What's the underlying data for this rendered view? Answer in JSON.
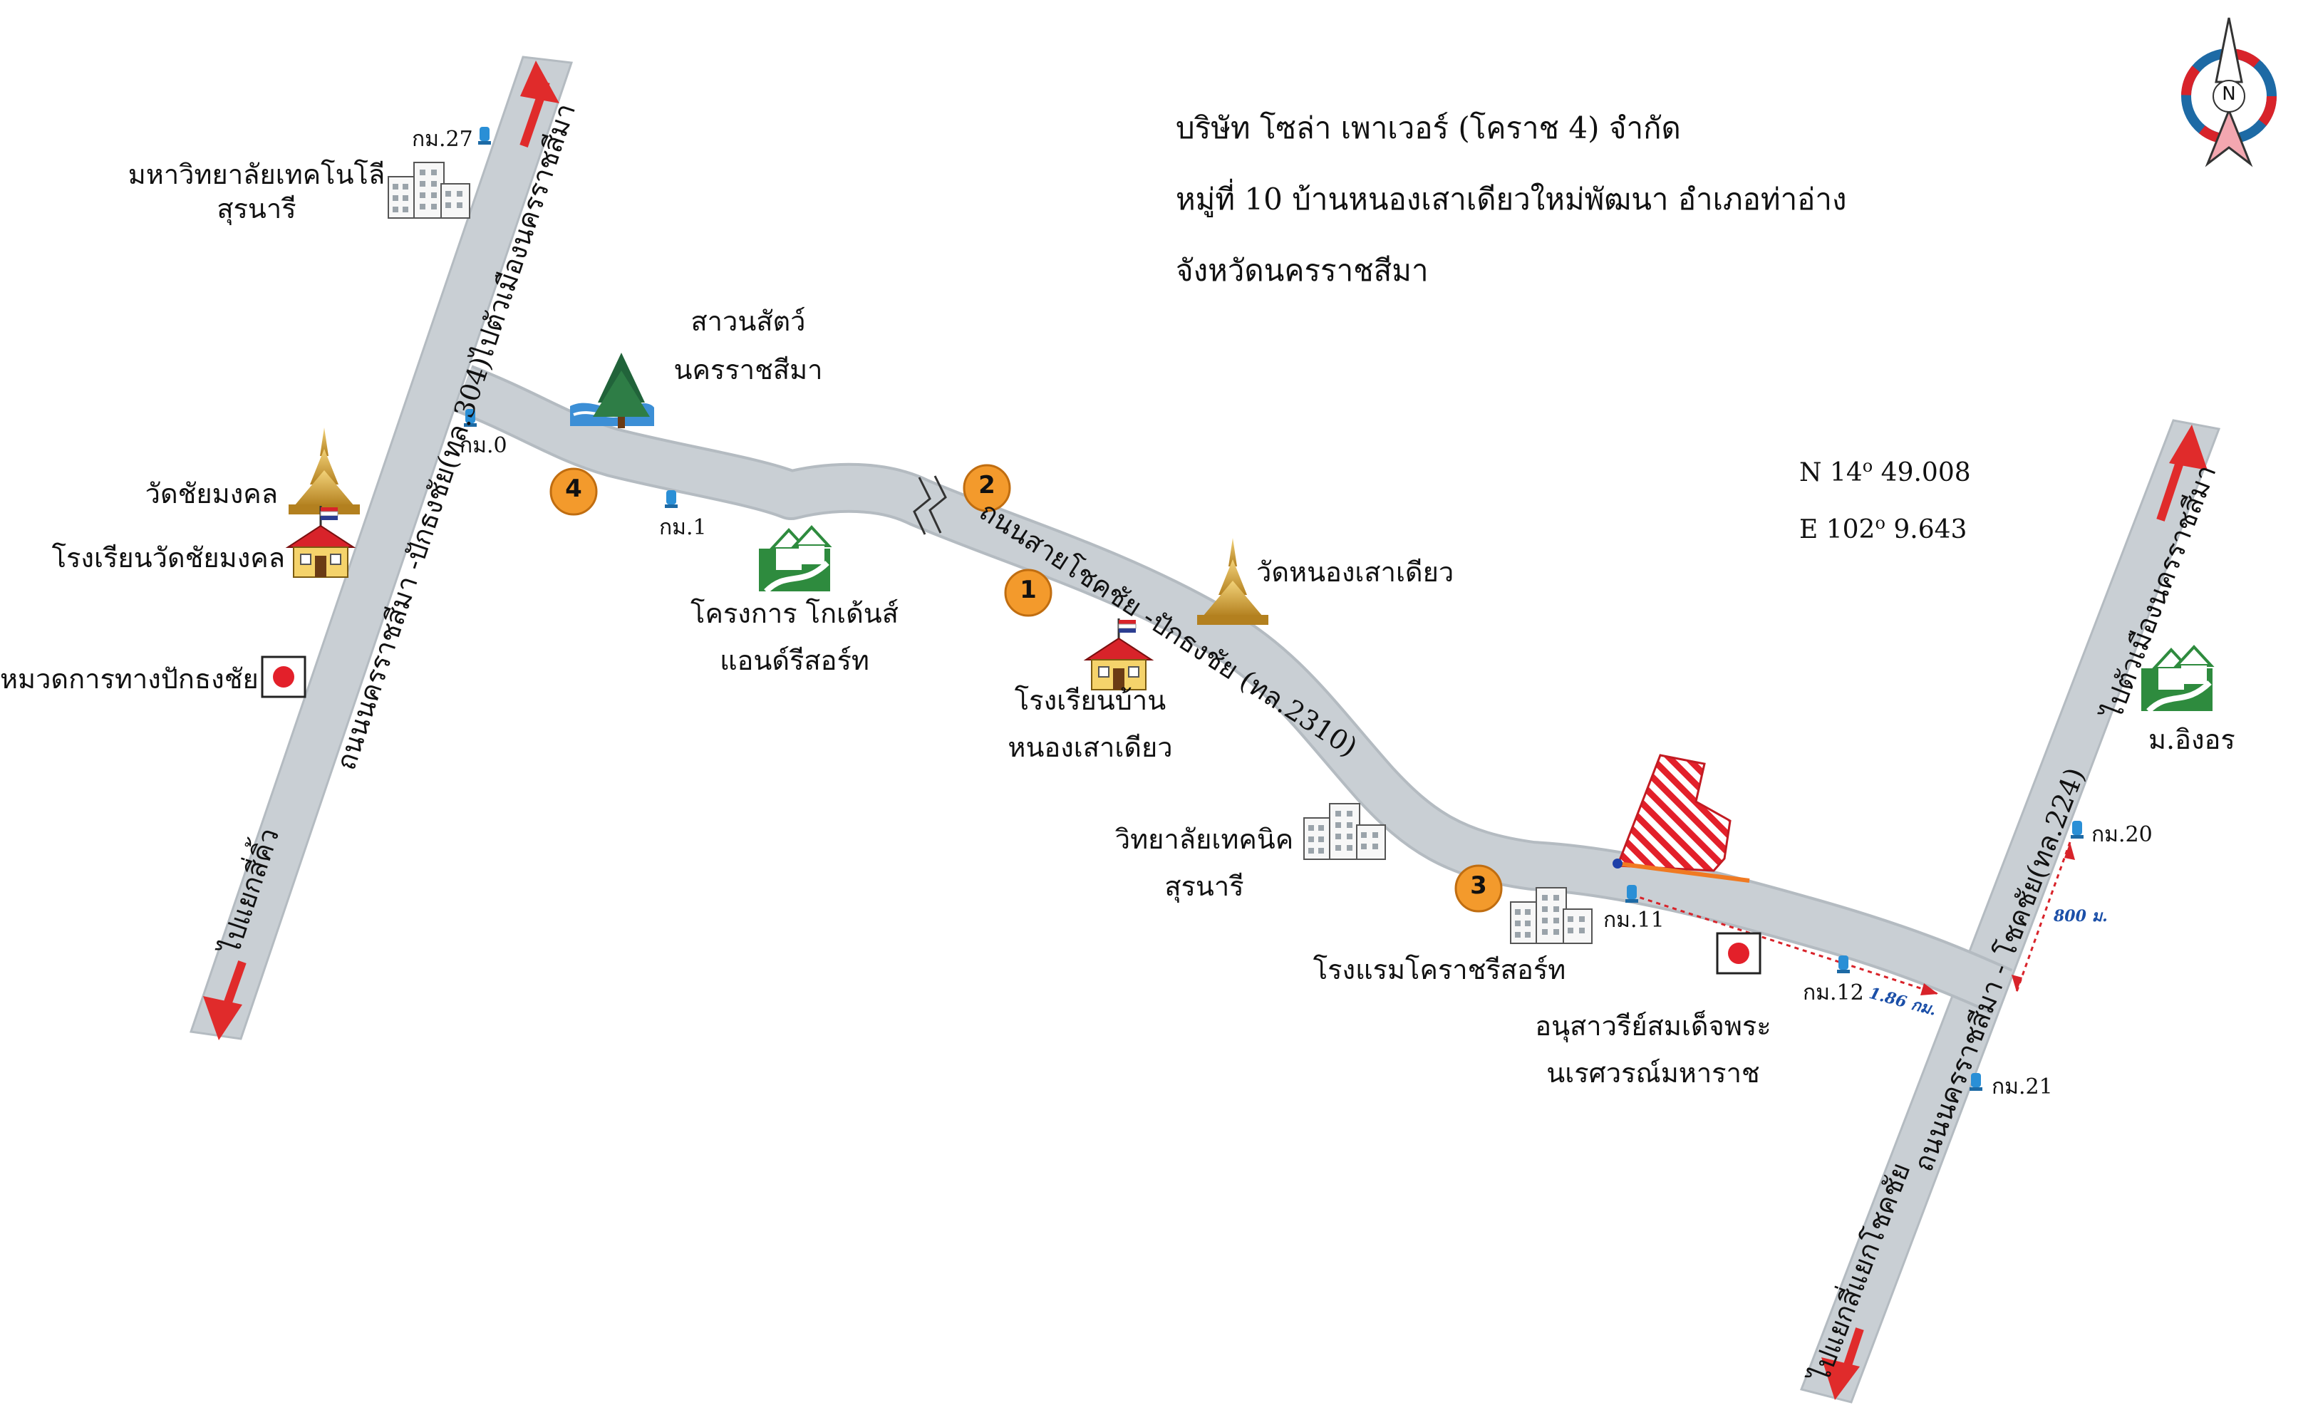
{
  "company": {
    "line1": "บริษัท โซล่า เพาเวอร์ (โคราช 4) จำกัด",
    "line2": "หมู่ที่ 10 บ้านหนองเสาเดียวใหม่พัฒนา อำเภอท่าอ่าง",
    "line3": "จังหวัดนครราชสีมา"
  },
  "coordinates": {
    "n_prefix": "N 14",
    "n_sup": "o",
    "n_value": "49.008",
    "e_prefix": "E 102",
    "e_sup": "o",
    "e_value": "9.643"
  },
  "compass": {
    "letter": "N"
  },
  "roads": {
    "west": "ถนนนครราชสีมา -ปักธงชัย(ทล.304)",
    "west_north": "ไปตัวเมืองนครราชสีมา",
    "west_south": "ไปแยกสี่คิ้ว",
    "main": "ถนนสายโชคชัย -ปักธงชัย (ทล.2310)",
    "east": "ถนนนครราชสีมา - โชคชัย(ทล.224)",
    "east_north": "ไปตัวเมืองนครราชสีมา",
    "east_south": "ไปแยกสี่แยกโชคชัย"
  },
  "places": {
    "university": [
      "มหาวิทยาลัยเทคโนโลี",
      "สุรนารี"
    ],
    "zoo": [
      "สาวนสัตว์",
      "นครราชสีมา"
    ],
    "wat_chaimongkol": "วัดชัยมงคล",
    "school_chaimongkol": "โรงเรียนวัดชัยมงคล",
    "highway_office": "หมวดการทางปักธงชัย",
    "golden_sand": [
      "โครงการ โกเด้นส์",
      "แอนด์รีสอร์ท"
    ],
    "wat_nong_sao_diao": "วัดหนองเสาเดียว",
    "school_nong_sao_diao": [
      "โรงเรียนบ้าน",
      "หนองเสาเดียว"
    ],
    "tech_college": [
      "วิทยาลัยเทคนิค",
      "สุรนารี"
    ],
    "hotel": "โรงแรมโคราชรีสอร์ท",
    "monument": [
      "อนุสาวรีย์สมเด็จพระ",
      "นเรศวรณ์มหาราช"
    ],
    "village": "ม.อิงอร"
  },
  "km_posts": {
    "km27": "กม.27",
    "km0": "กม.0",
    "km1": "กม.1",
    "km11": "กม.11",
    "km12": "กม.12",
    "km20": "กม.20",
    "km21": "กม.21"
  },
  "distances": {
    "d1": "1.86 กม.",
    "d2": "800 ม."
  },
  "markers": [
    "1",
    "2",
    "3",
    "4"
  ],
  "colors": {
    "road": "#c9cfd4",
    "road_edge": "#b4bbc1",
    "arrow": "#e02b2b",
    "marker": "#f39a2c",
    "site": "#e3202a",
    "km_post": "#2a8fd6",
    "park_green": "#2e8b3e"
  }
}
